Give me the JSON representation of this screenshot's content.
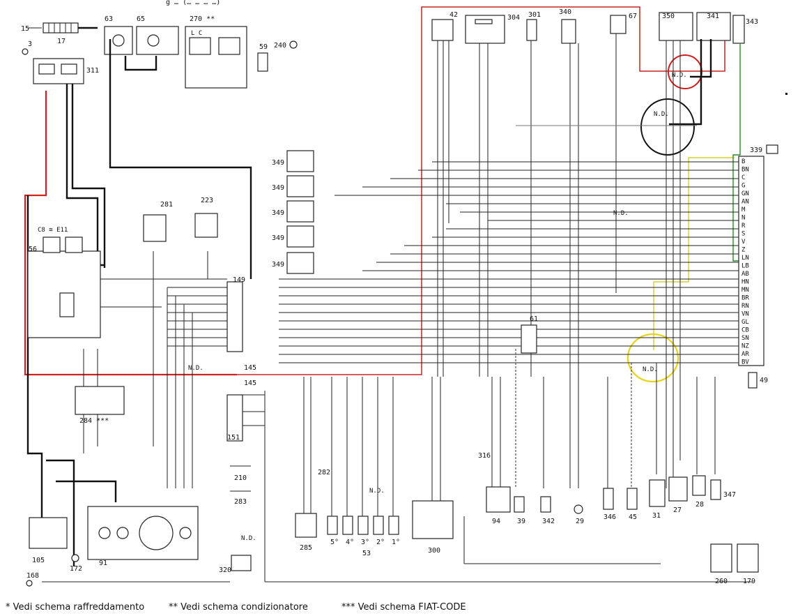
{
  "top_title": "g … (… … … …)",
  "components": {
    "c15": "15",
    "c17": "17",
    "c63": "63",
    "c65": "65",
    "c270": "270 **",
    "c59": "59",
    "c240": "240",
    "c42": "42",
    "c304": "304",
    "c301": "301",
    "c340": "340",
    "c67": "67",
    "c350": "350",
    "c341": "341",
    "c343": "343",
    "c311": "311",
    "c3": "3",
    "c339": "339",
    "c56": "56",
    "c281": "281",
    "c223": "223",
    "c284": "284 ***",
    "c105": "105",
    "c172": "172",
    "c91": "91",
    "c320": "320",
    "c168": "168",
    "c149a": "149",
    "c145a": "145",
    "c145b": "145",
    "c151": "151",
    "c210": "210",
    "c283": "283",
    "c282": "282",
    "c285": "285",
    "c53": "53",
    "c5": "5°",
    "c4": "4°",
    "c3c": "3°",
    "c2": "2°",
    "c1": "1°",
    "c300": "300",
    "c316": "316",
    "c94": "94",
    "c39": "39",
    "c342": "342",
    "c29": "29",
    "c346": "346",
    "c45": "45",
    "c31": "31",
    "c27": "27",
    "c28": "28",
    "c347": "347",
    "c49": "49",
    "c260": "260",
    "c179": "179",
    "c349a": "349",
    "c349b": "349",
    "c349c": "349",
    "c349d": "349",
    "c349e": "349",
    "c61": "61",
    "nd1": "N.D.",
    "nd2": "N.D.",
    "nd3": "N.D.",
    "nd4": "N.D.",
    "nd5": "N.D.",
    "nd6": "N.D.",
    "nd7": "N.D.",
    "c_e": "C8  ≋  E11",
    "c_lc": "L          C"
  },
  "wire_codes": [
    "B",
    "BN",
    "C",
    "G",
    "GN",
    "AN",
    "M",
    "N",
    "R",
    "S",
    "V",
    "Z",
    "LN",
    "LB",
    "AB",
    "HN",
    "MN",
    "BR",
    "RN",
    "VN",
    "GL",
    "CB",
    "SN",
    "NZ",
    "AR",
    "BV"
  ],
  "footer": {
    "note1": "* Vedi schema raffreddamento",
    "note2": "** Vedi schema condizionatore",
    "note3": "*** Vedi schema FIAT-CODE"
  }
}
